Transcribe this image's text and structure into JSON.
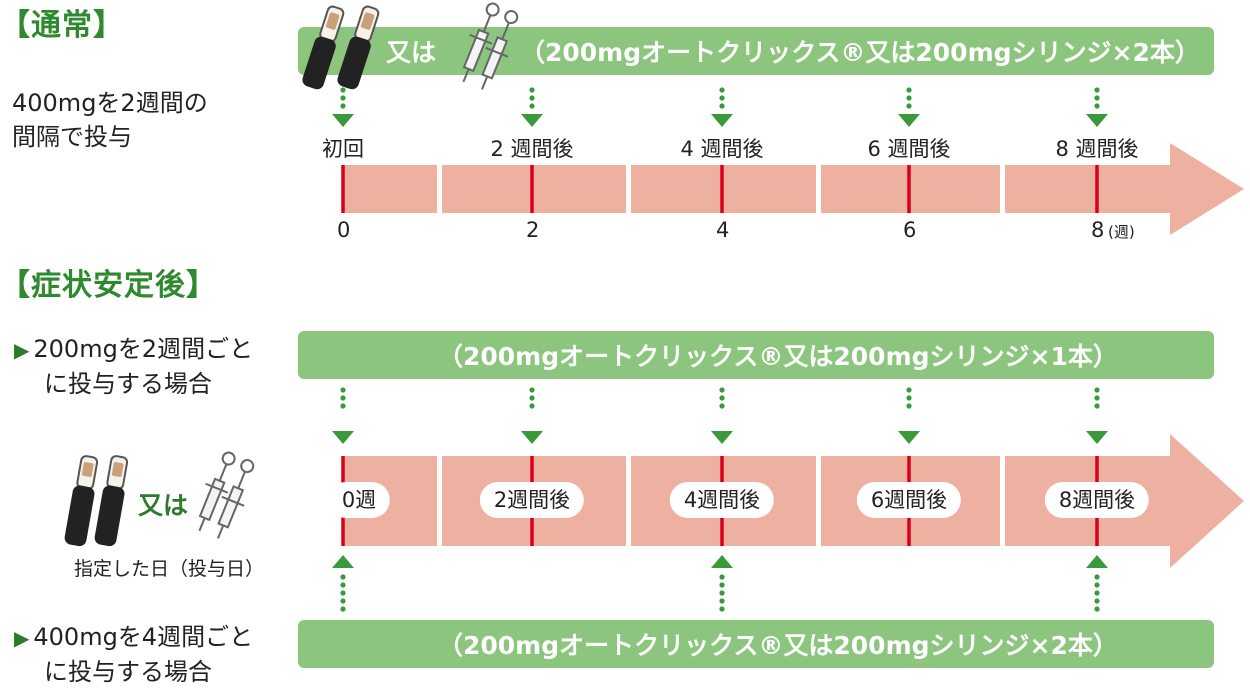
{
  "normal": {
    "heading": "【通常】",
    "description_line1": "400mgを2週間の",
    "description_line2": "間隔で投与",
    "bar_or": "又は",
    "bar_text": "（200mgオートクリックス®又は200mgシリンジ×2本）",
    "week_labels": [
      "初回",
      "2 週間後",
      "4 週間後",
      "6 週間後",
      "8 週間後"
    ],
    "tick_numbers": [
      "0",
      "2",
      "4",
      "6",
      "8"
    ],
    "unit": "(週)"
  },
  "stable": {
    "heading": "【症状安定後】",
    "case1_line1": "200mgを2週間ごと",
    "case1_line2": "に投与する場合",
    "case1_bar_text": "（200mgオートクリックス®又は200mgシリンジ×1本）",
    "pills": [
      "0週",
      "2週間後",
      "4週間後",
      "6週間後",
      "8週間後"
    ],
    "device_or": "又は",
    "device_caption": "指定した日（投与日）",
    "case2_line1": "400mgを4週間ごと",
    "case2_line2": "に投与する場合",
    "case2_bar_text": "（200mgオートクリックス®又は200mgシリンジ×2本）"
  },
  "colors": {
    "green_bar": "#8cc57e",
    "arrow_band": "#eeb0a0",
    "marker": "#d9001b",
    "dot_green": "#3a9a3a",
    "heading_green": "#2f8a2f"
  },
  "icons": [
    "autoclicks-pen-icon",
    "syringe-icon",
    "dotted-arrow-down-icon",
    "dotted-arrow-up-icon",
    "triangle-bullet-icon"
  ]
}
